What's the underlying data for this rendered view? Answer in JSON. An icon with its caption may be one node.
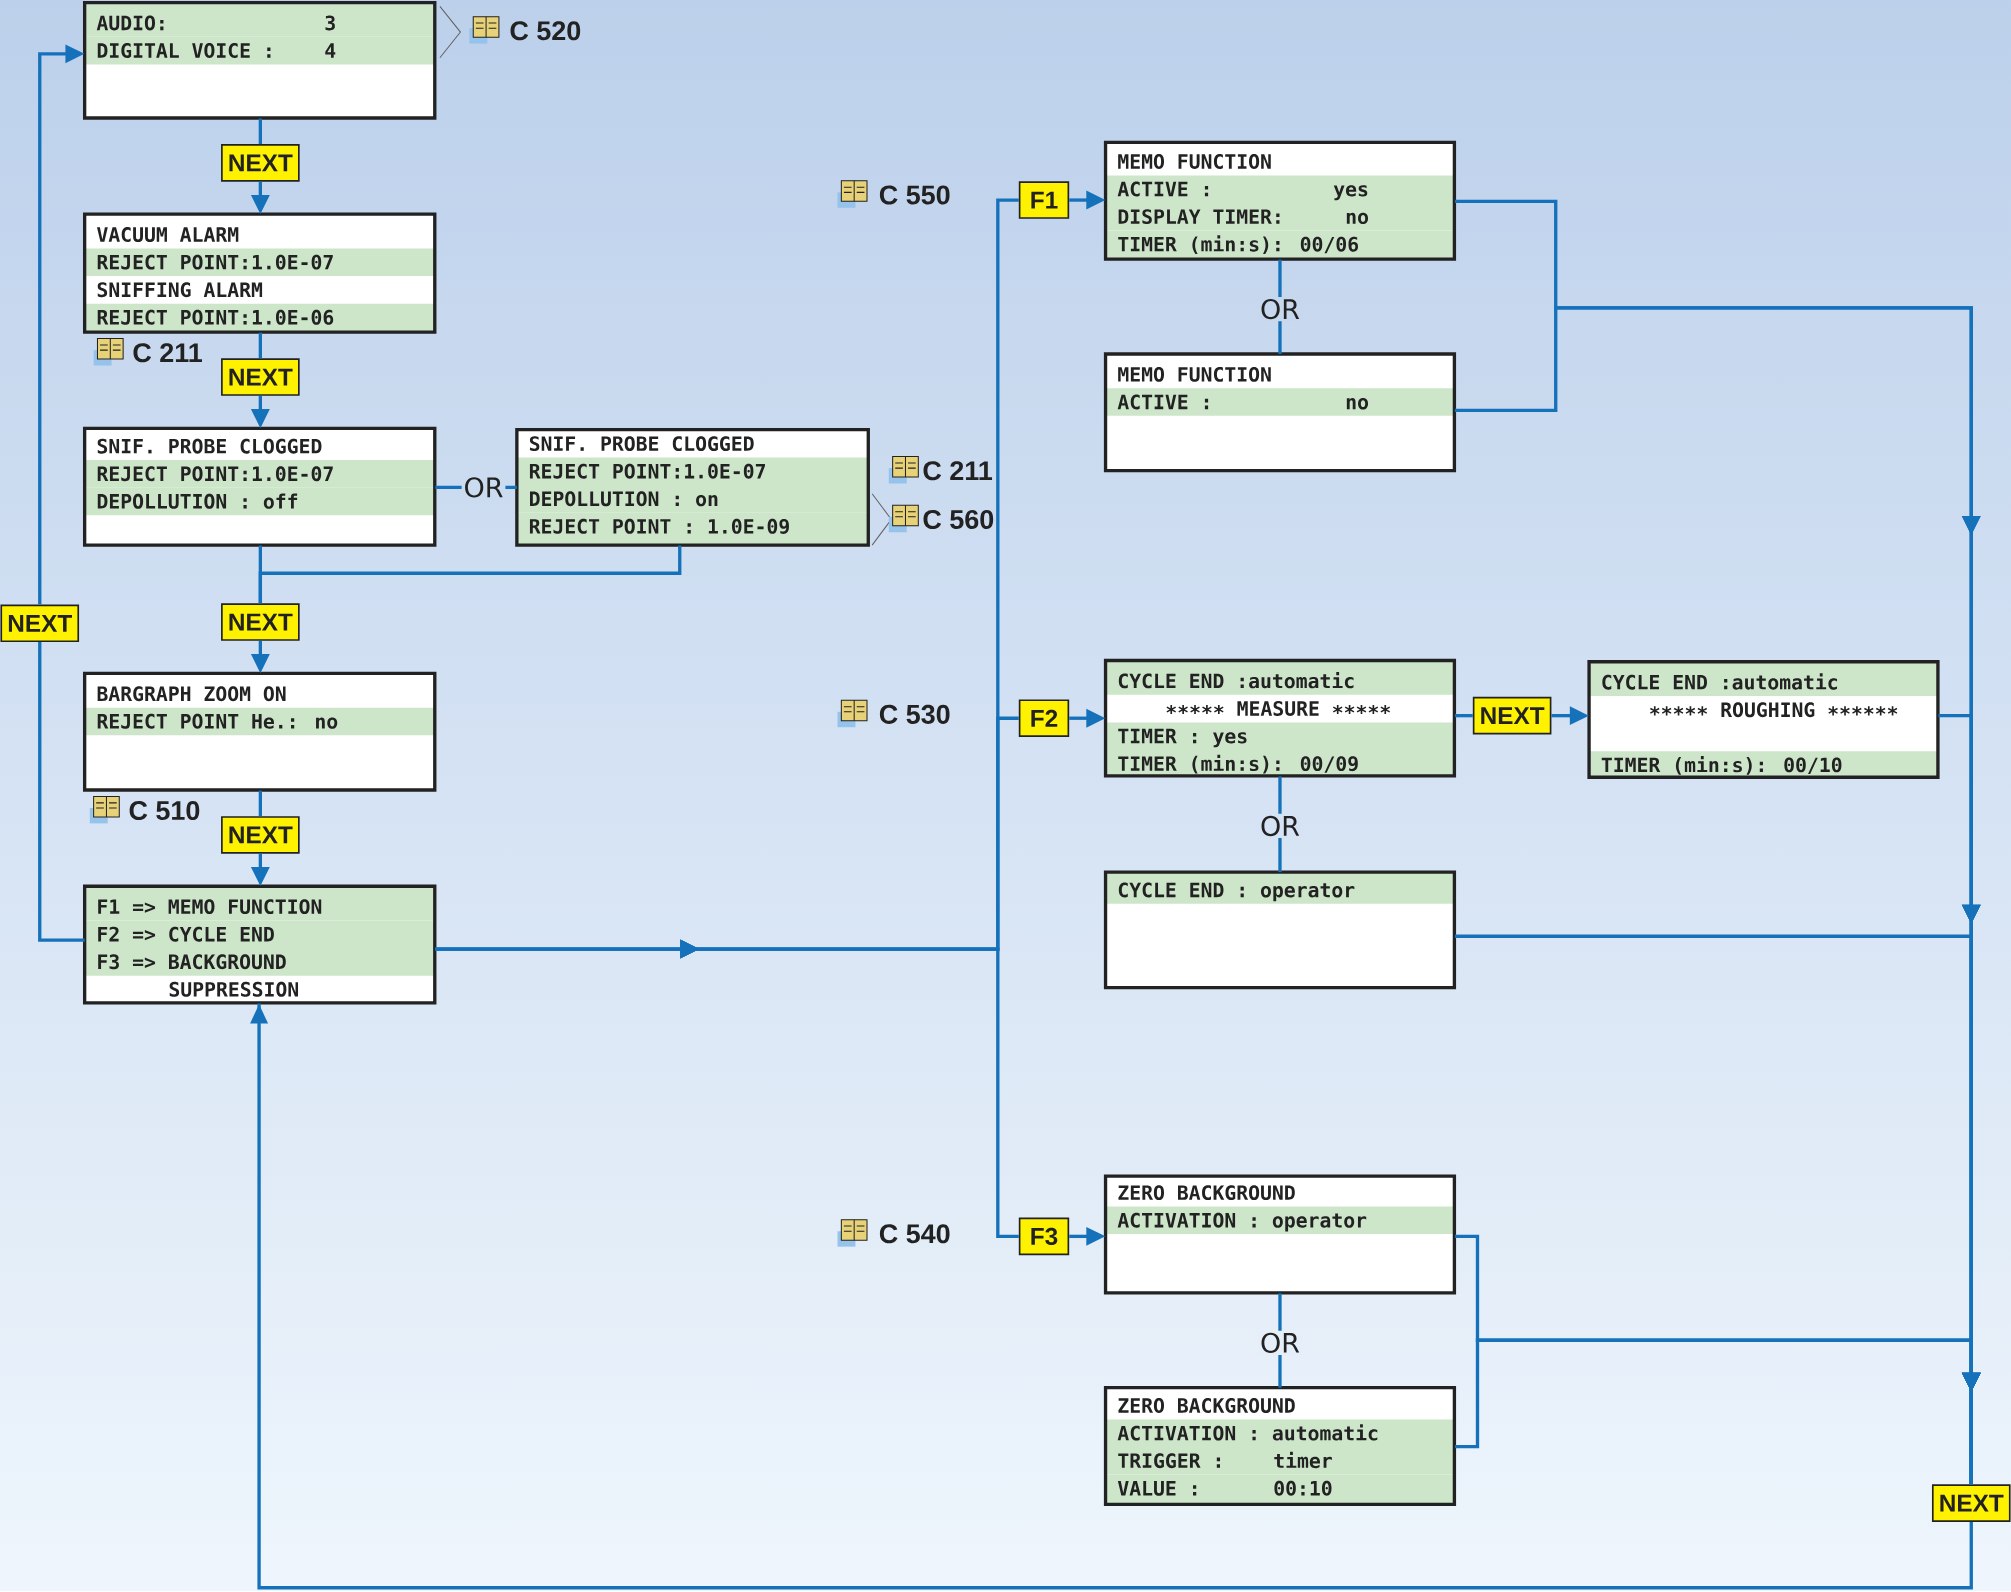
{
  "diagram": {
    "nodes": [
      {
        "text": [
          "AUDIO:",
          "3",
          "DIGITAL VOICE :",
          "4"
        ]
      },
      {
        "text": [
          "NEXT"
        ]
      },
      {
        "text": [
          "VACUUM ALARM",
          "REJECT POINT:1.0E-07",
          "SNIFFING ALARM",
          "REJECT POINT:1.0E-06"
        ]
      },
      {
        "text": [
          "NEXT"
        ]
      },
      {
        "text": [
          "SNIF. PROBE CLOGGED",
          "REJECT POINT:1.0E-07",
          "DEPOLLUTION : off"
        ]
      },
      {
        "text": [
          "SNIF. PROBE CLOGGED",
          "REJECT POINT:1.0E-07",
          "DEPOLLUTION : on",
          "REJECT POINT : 1.0E-09"
        ]
      },
      {
        "text": [
          "NEXT"
        ]
      },
      {
        "text": [
          "NEXT"
        ]
      },
      {
        "text": [
          "BARGRAPH ZOOM ON",
          "REJECT POINT He.: no"
        ]
      },
      {
        "text": [
          "NEXT"
        ]
      },
      {
        "text": [
          "F1 => MEMO FUNCTION",
          "F2 => CYCLE END",
          "F3 => BACKGROUND",
          "SUPPRESSION"
        ]
      },
      {
        "text": [
          "F1"
        ],
        "beside": [
          "C 550"
        ]
      },
      {
        "text": [
          "MEMO FUNCTION",
          "ACTIVE :",
          "yes",
          "DISPLAY TIMER:",
          "no",
          "TIMER (min:s): 00/06"
        ]
      },
      {
        "text": [
          "MEMO FUNCTION",
          "ACTIVE :",
          "no"
        ]
      },
      {
        "text": [
          "F2"
        ],
        "beside": [
          "C 530"
        ]
      },
      {
        "text": [
          "CYCLE END :automatic",
          "∗∗∗∗∗ MEASURE ∗∗∗∗∗",
          "TIMER : yes",
          "TIMER (min:s): 00/09"
        ]
      },
      {
        "text": [
          "NEXT"
        ]
      },
      {
        "text": [
          "CYCLE END :automatic",
          "∗∗∗∗∗ ROUGHING ∗∗∗∗∗∗",
          "TIMER (min:s): 00/10"
        ]
      },
      {
        "text": [
          "CYCLE END : operator"
        ]
      },
      {
        "text": [
          "F3"
        ],
        "beside": [
          "C 540"
        ]
      },
      {
        "text": [
          "ZERO BACKGROUND",
          "ACTIVATION : operator"
        ]
      },
      {
        "text": [
          "ZERO BACKGROUND",
          "ACTIVATION : automatic",
          "TRIGGER :",
          "timer",
          "VALUE :",
          "00:10"
        ]
      },
      {
        "text": [
          "NEXT"
        ]
      }
    ],
    "edges": [
      {
        "from": 0,
        "to": 1,
        "arrow": "none"
      },
      {
        "from": 1,
        "to": 2,
        "arrow": "to"
      },
      {
        "from": 2,
        "to": 3,
        "arrow": "none"
      },
      {
        "from": 3,
        "to": 4,
        "arrow": "to"
      },
      {
        "from": 4,
        "to": 5,
        "arrow": "none",
        "label": "OR"
      },
      {
        "from": 4,
        "to": 7,
        "arrow": "none"
      },
      {
        "from": 5,
        "to": 7,
        "arrow": "none"
      },
      {
        "from": 7,
        "to": 8,
        "arrow": "to"
      },
      {
        "from": 8,
        "to": 9,
        "arrow": "none"
      },
      {
        "from": 9,
        "to": 10,
        "arrow": "to"
      },
      {
        "from": 10,
        "to": 6,
        "arrow": "none"
      },
      {
        "from": 6,
        "to": 0,
        "arrow": "to"
      },
      {
        "from": 10,
        "to": 11,
        "arrow": "to"
      },
      {
        "from": 10,
        "to": 14,
        "arrow": "to"
      },
      {
        "from": 10,
        "to": 19,
        "arrow": "to"
      },
      {
        "from": 11,
        "to": 12,
        "arrow": "to"
      },
      {
        "from": 14,
        "to": 15,
        "arrow": "to"
      },
      {
        "from": 19,
        "to": 20,
        "arrow": "to"
      },
      {
        "from": 12,
        "to": 13,
        "arrow": "none",
        "label": "OR"
      },
      {
        "from": 15,
        "to": 18,
        "arrow": "none",
        "label": "OR"
      },
      {
        "from": 20,
        "to": 21,
        "arrow": "none",
        "label": "OR"
      },
      {
        "from": 15,
        "to": 16,
        "arrow": "none"
      },
      {
        "from": 16,
        "to": 17,
        "arrow": "to"
      },
      {
        "from": 12,
        "to": 22,
        "arrow": "to"
      },
      {
        "from": 13,
        "to": 22,
        "arrow": "to"
      },
      {
        "from": 17,
        "to": 22,
        "arrow": "to"
      },
      {
        "from": 18,
        "to": 22,
        "arrow": "to"
      },
      {
        "from": 20,
        "to": 22,
        "arrow": "to"
      },
      {
        "from": 21,
        "to": 22,
        "arrow": "to"
      },
      {
        "from": 22,
        "to": 10,
        "arrow": "to"
      }
    ],
    "labels": [
      "C 520",
      "C 211",
      "C 211",
      "C 560",
      "C 510"
    ]
  }
}
